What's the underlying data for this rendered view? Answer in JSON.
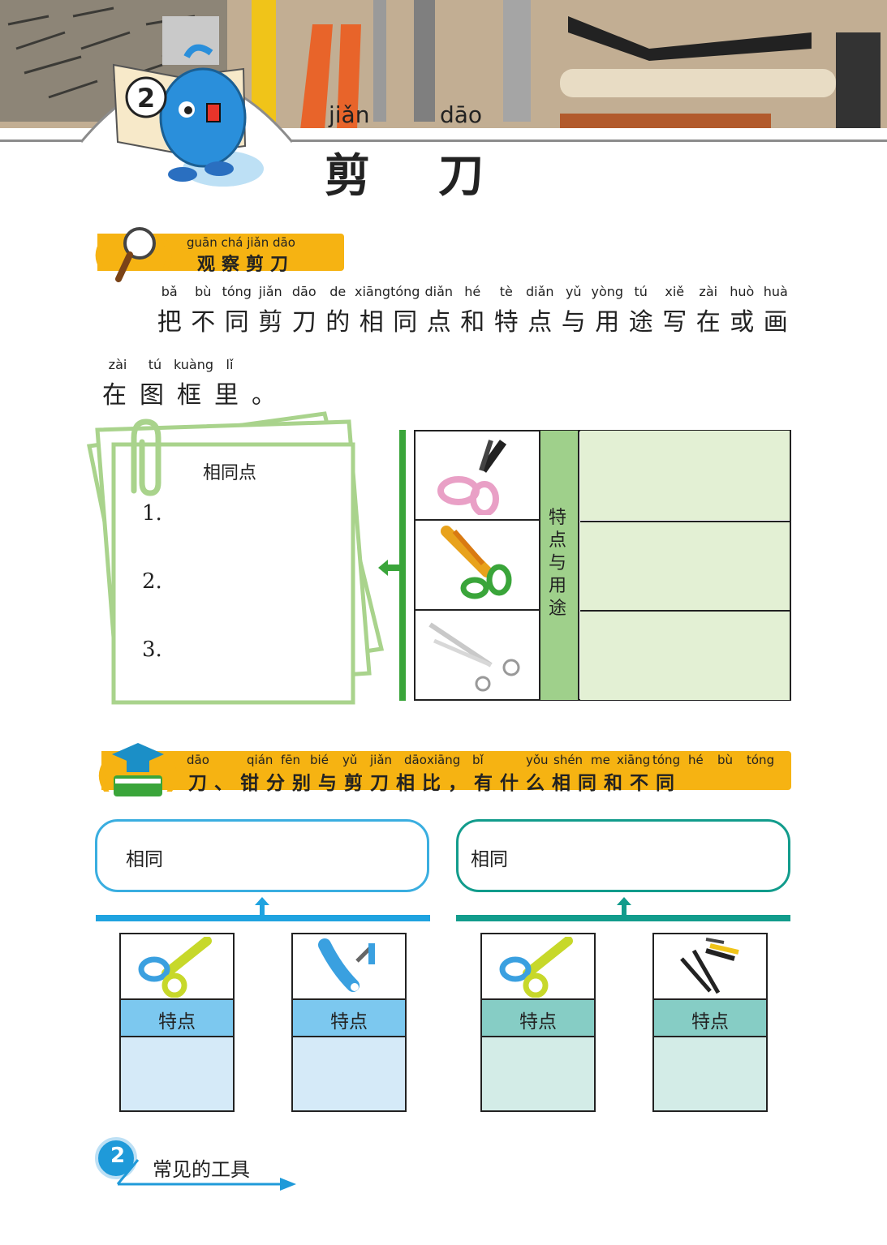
{
  "header": {
    "lesson_number": "2",
    "title_pinyin": [
      "jiǎn",
      "dāo"
    ],
    "title_chars": [
      "剪",
      "刀"
    ]
  },
  "section1": {
    "pinyin": "guān chá jiǎn dāo",
    "title": "观察剪刀"
  },
  "instruction": {
    "line1_pinyin": [
      "bǎ",
      "bù",
      "tóng",
      "jiǎn",
      "dāo",
      "de",
      "xiāng",
      "tóng",
      "diǎn",
      "hé",
      "tè",
      "diǎn",
      "yǔ",
      "yòng",
      "tú",
      "xiě",
      "zài",
      "huò",
      "huà"
    ],
    "line1_chars": [
      "把",
      "不",
      "同",
      "剪",
      "刀",
      "的",
      "相",
      "同",
      "点",
      "和",
      "特",
      "点",
      "与",
      "用",
      "途",
      "写",
      "在",
      "或",
      "画"
    ],
    "line2_pinyin": [
      "zài",
      "tú",
      "kuàng",
      "lǐ"
    ],
    "line2_chars": [
      "在",
      "图",
      "框",
      "里",
      "。"
    ]
  },
  "note_card": {
    "heading": "相同点",
    "items": [
      "1.",
      "2.",
      "3."
    ]
  },
  "feature_table": {
    "side_label": [
      "特",
      "点",
      "与",
      "用",
      "途"
    ],
    "rows": [
      {
        "image": "pink-scissors-icon",
        "text": ""
      },
      {
        "image": "craft-scissors-icon",
        "text": ""
      },
      {
        "image": "hair-scissors-icon",
        "text": ""
      }
    ]
  },
  "section2": {
    "pinyin": [
      "dāo",
      "qián",
      "fēn",
      "bié",
      "yǔ",
      "jiǎn",
      "dāo",
      "xiāng",
      "bǐ",
      "yǒu",
      "shén",
      "me",
      "xiāng",
      "tóng",
      "hé",
      "bù",
      "tóng"
    ],
    "title": "刀、钳分别与剪刀相比，有什么相同和不同"
  },
  "compare_left": {
    "same_label": "相同",
    "cards": [
      {
        "image": "craft-scissors-icon",
        "label": "特点"
      },
      {
        "image": "knife-icon",
        "label": "特点"
      }
    ]
  },
  "compare_right": {
    "same_label": "相同",
    "cards": [
      {
        "image": "craft-scissors-icon",
        "label": "特点"
      },
      {
        "image": "pliers-icon",
        "label": "特点"
      }
    ]
  },
  "footer": {
    "page_number": "2",
    "chapter": "常见的工具"
  },
  "colors": {
    "orange": "#f6b312",
    "green": "#3aa53a",
    "light_green": "#e3f0d4",
    "side_green": "#9fd08b",
    "blue": "#1fa3e0",
    "light_blue": "#d5eaf8",
    "teal": "#129c8c",
    "light_teal": "#d3ece7"
  }
}
